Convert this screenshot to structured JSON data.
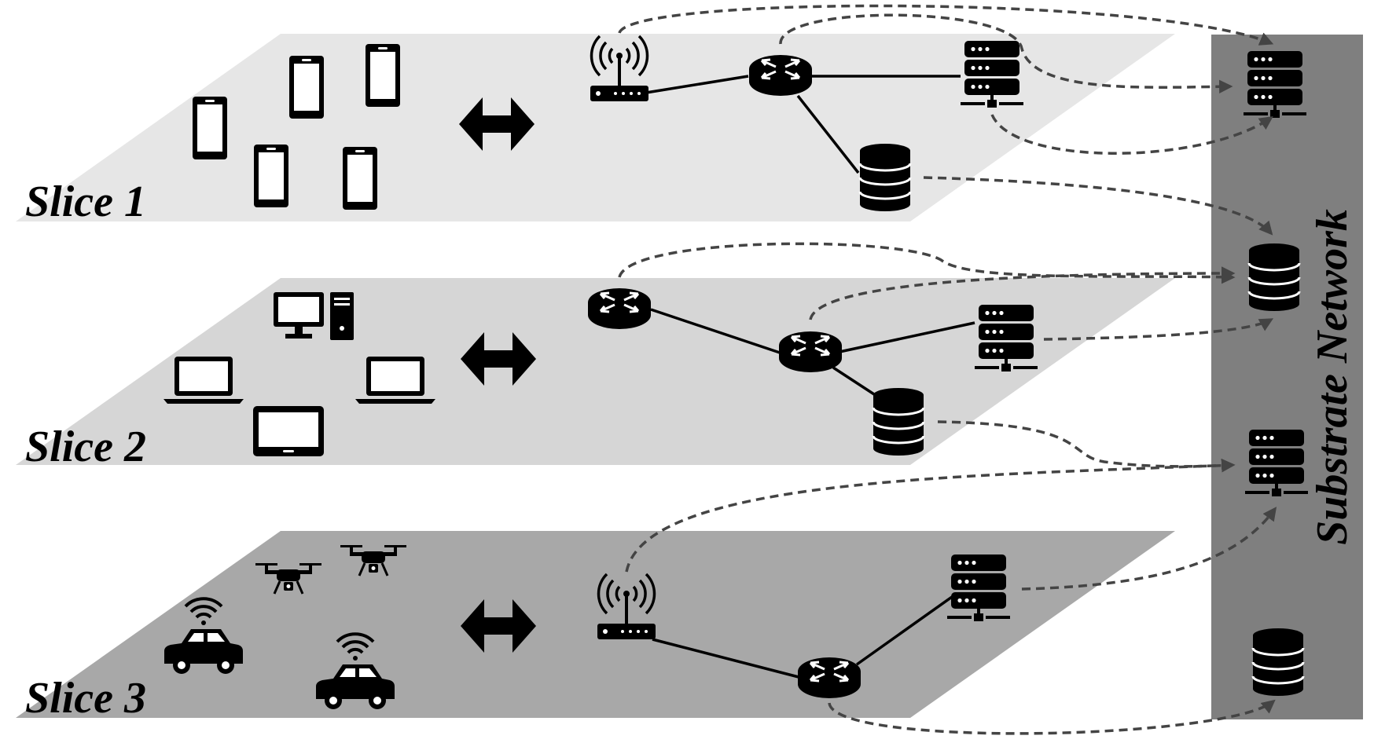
{
  "slices": [
    {
      "label": "Slice 1",
      "plane_color": "#e6e6e6",
      "devices": [
        "phone-icon",
        "phone-icon",
        "phone-icon",
        "phone-icon",
        "phone-icon"
      ]
    },
    {
      "label": "Slice 2",
      "plane_color": "#d6d6d6",
      "devices": [
        "desktop-icon",
        "laptop-icon",
        "laptop-icon",
        "tablet-icon"
      ]
    },
    {
      "label": "Slice 3",
      "plane_color": "#a8a8a8",
      "devices": [
        "drone-icon",
        "drone-icon",
        "connected-car-icon",
        "connected-car-icon"
      ]
    }
  ],
  "substrate": {
    "label": "Substrate Network",
    "bar_color": "#7f7f7f",
    "nodes": [
      "server-icon",
      "database-icon",
      "server-icon",
      "database-icon"
    ]
  },
  "colors": {
    "link": "#000000",
    "mapping_arrow": "#444444"
  }
}
